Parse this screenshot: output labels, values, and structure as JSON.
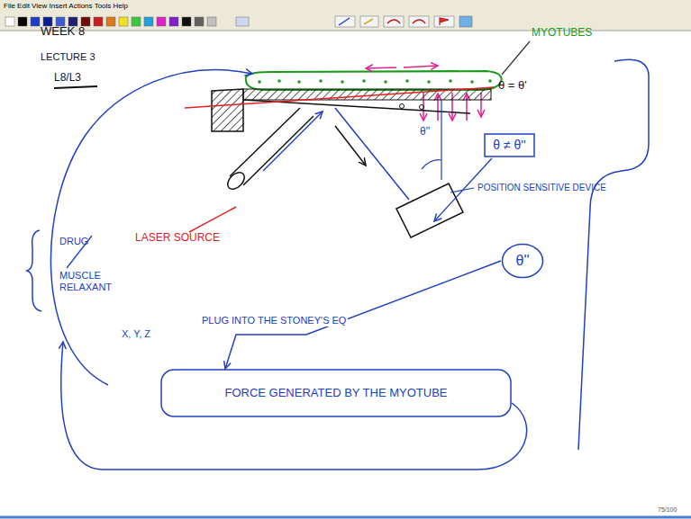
{
  "diagram": {
    "nodes": [
      {
        "text": [
          "θ ≠ θ''"
        ]
      },
      {
        "text": [
          "θ''"
        ]
      },
      {
        "text": [
          "FORCE GENERATED BY THE MYOTUBE"
        ]
      }
    ],
    "edges": [
      {
        "from": 1,
        "to": 2,
        "arrow": "to",
        "label": "PLUG INTO THE STONEY'S EQ"
      }
    ],
    "labels": [
      "File Edit View Insert Actions Tools Help",
      "WEEK 8",
      "LECTURE 3",
      "L8/L3",
      "MYOTUBES",
      "θ = θ'",
      "θ''",
      "POSITION SENSITIVE DEVICE",
      "LASER SOURCE",
      "DRUG",
      "MUSCLE RELAXANT",
      "X, Y, Z",
      "75/100"
    ]
  }
}
